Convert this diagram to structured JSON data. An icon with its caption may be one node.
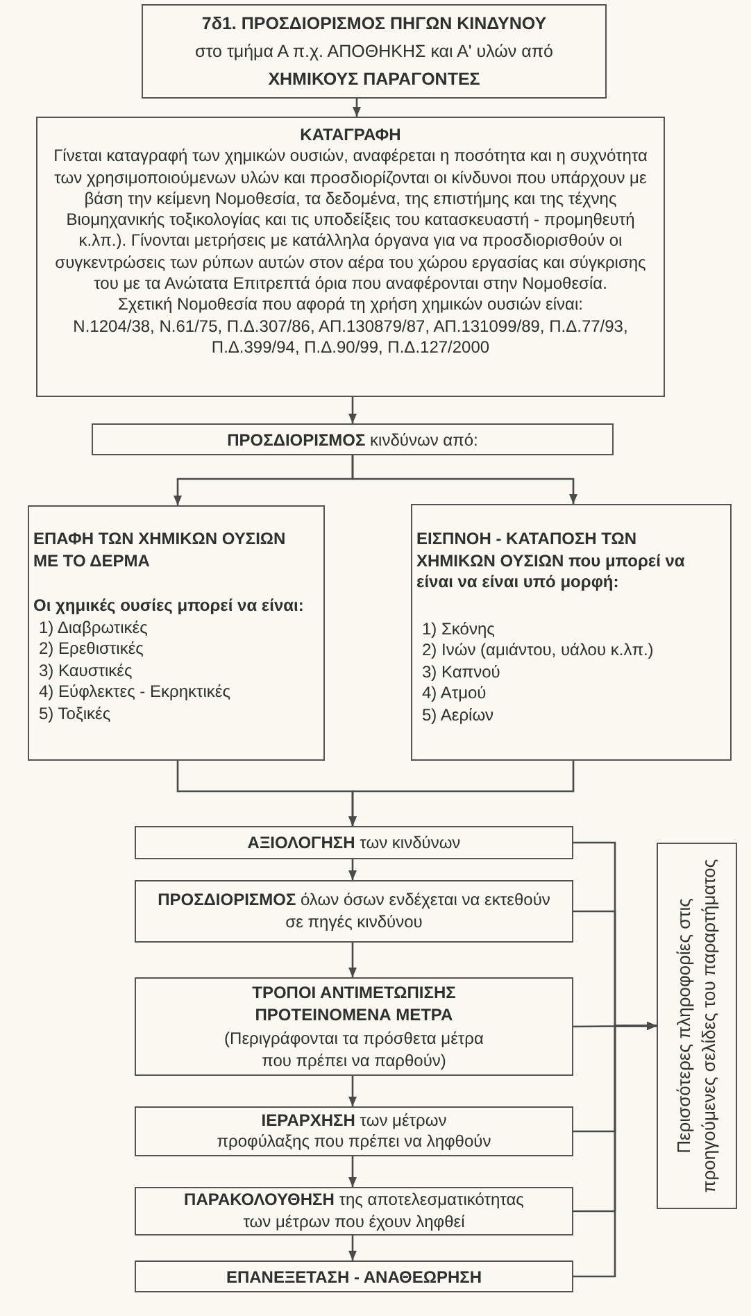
{
  "diagram": {
    "nodes": [
      {
        "text": [
          "**7δ1. ΠΡΟΣΔΙΟΡΙΣΜΟΣ ΠΗΓΩΝ ΚΙΝΔΥΝΟΥ** στο τμήμα Α π.χ. ΑΠΟΘΗΚΗΣ και Α' υλών από **ΧΗΜΙΚΟΥΣ ΠΑΡΑΓΟΝΤΕΣ**"
        ]
      },
      {
        "text": [
          "ΚΑΤΑΓΡΑΦΗ",
          "Γίνεται καταγραφή των χημικών ουσιών, αναφέρεται η ποσότητα και η συχνότητα των χρησιμοποιούμενων υλών και προσδιορίζονται οι κίνδυνοι που υπάρχουν με βάση την κείμενη Νομοθεσία, τα δεδομένα, της επιστήμης και της τέχνης Βιομηχανικής τοξικολογίας και τις υποδείξεις του κατασκευαστή - προμηθευτή κ.λπ.). Γίνονται μετρήσεις με κατάλληλα όργανα για να προσδιορισθούν οι συγκεντρώσεις των ρύπων αυτών στον αέρα του χώρου εργασίας και σύγκρισης του με τα Ανώτατα Επιτρεπτά όρια που αναφέρονται στην Νομοθεσία.",
          "Σχετική Νομοθεσία που αφορά τη χρήση χημικών ουσιών είναι:",
          "Ν.1204/38, Ν.61/75, Π.Δ.307/86, ΑΠ.130879/87, ΑΠ.131099/89, Π.Δ.77/93, Π.Δ.399/94, Π.Δ.90/99, Π.Δ.127/2000"
        ]
      },
      {
        "text": [
          "**ΠΡΟΣΔΙΟΡΙΣΜΟΣ** κινδύνων από:"
        ]
      },
      {
        "text": [
          "ΕΠΑΦΗ ΤΩΝ ΧΗΜΙΚΩΝ ΟΥΣΙΩΝ ΜΕ ΤΟ ΔΕΡΜΑ",
          "Οι χημικές ουσίες μπορεί να είναι:",
          "1) Διαβρωτικές",
          "2) Ερεθιστικές",
          "3) Καυστικές",
          "4) Εύφλεκτες - Εκρηκτικές",
          "5) Τοξικές"
        ]
      },
      {
        "text": [
          "ΕΙΣΠΝΟΗ - ΚΑΤΑΠΟΣΗ ΤΩΝ ΧΗΜΙΚΩΝ ΟΥΣΙΩΝ που μπορεί να είναι να είναι υπό μορφή:",
          "1) Σκόνης",
          "2) Ινών (αμιάντου, υάλου κ.λπ.)",
          "3) Καπνού",
          "4) Ατμού",
          "5) Αερίων"
        ]
      },
      {
        "text": [
          "**ΑΞΙΟΛΟΓΗΣΗ** των κινδύνων"
        ]
      },
      {
        "text": [
          "**ΠΡΟΣΔΙΟΡΙΣΜΟΣ** όλων όσων ενδέχεται να εκτεθούν σε πηγές κινδύνου"
        ]
      },
      {
        "text": [
          "ΤΡΟΠΟΙ ΑΝΤΙΜΕΤΩΠΙΣΗΣ ΠΡΟΤΕΙΝΟΜΕΝΑ ΜΕΤΡΑ",
          "(Περιγράφονται τα πρόσθετα μέτρα που πρέπει να παρθούν)"
        ]
      },
      {
        "text": [
          "**ΙΕΡΑΡΧΗΣΗ** των μέτρων προφύλαξης που πρέπει να ληφθούν"
        ]
      },
      {
        "text": [
          "**ΠΑΡΑΚΟΛΟΥΘΗΣΗ** της αποτελεσματικότητας των μέτρων που έχουν ληφθεί"
        ]
      },
      {
        "text": [
          "ΕΠΑΝΕΞΕΤΑΣΗ - ΑΝΑΘΕΩΡΗΣΗ"
        ]
      },
      {
        "text": [
          "Περισσότερες πληροφορίες στις προηγούμενες σελίδες του παραρτήματος"
        ]
      }
    ],
    "edges": [
      {
        "from": 0,
        "to": 1,
        "arrow": "to"
      },
      {
        "from": 1,
        "to": 2,
        "arrow": "to"
      },
      {
        "from": 2,
        "to": 3,
        "arrow": "to"
      },
      {
        "from": 2,
        "to": 4,
        "arrow": "to"
      },
      {
        "from": 3,
        "to": 5,
        "arrow": "to"
      },
      {
        "from": 4,
        "to": 5,
        "arrow": "to"
      },
      {
        "from": 5,
        "to": 6,
        "arrow": "to"
      },
      {
        "from": 6,
        "to": 7,
        "arrow": "to"
      },
      {
        "from": 7,
        "to": 8,
        "arrow": "to"
      },
      {
        "from": 8,
        "to": 9,
        "arrow": "to"
      },
      {
        "from": 9,
        "to": 10,
        "arrow": "to"
      },
      {
        "from": 5,
        "to": 11,
        "arrow": "to"
      },
      {
        "from": 6,
        "to": 11,
        "arrow": "to"
      },
      {
        "from": 7,
        "to": 11,
        "arrow": "to"
      },
      {
        "from": 8,
        "to": 11,
        "arrow": "to"
      },
      {
        "from": 9,
        "to": 11,
        "arrow": "to"
      },
      {
        "from": 10,
        "to": 11,
        "arrow": "to"
      }
    ]
  }
}
